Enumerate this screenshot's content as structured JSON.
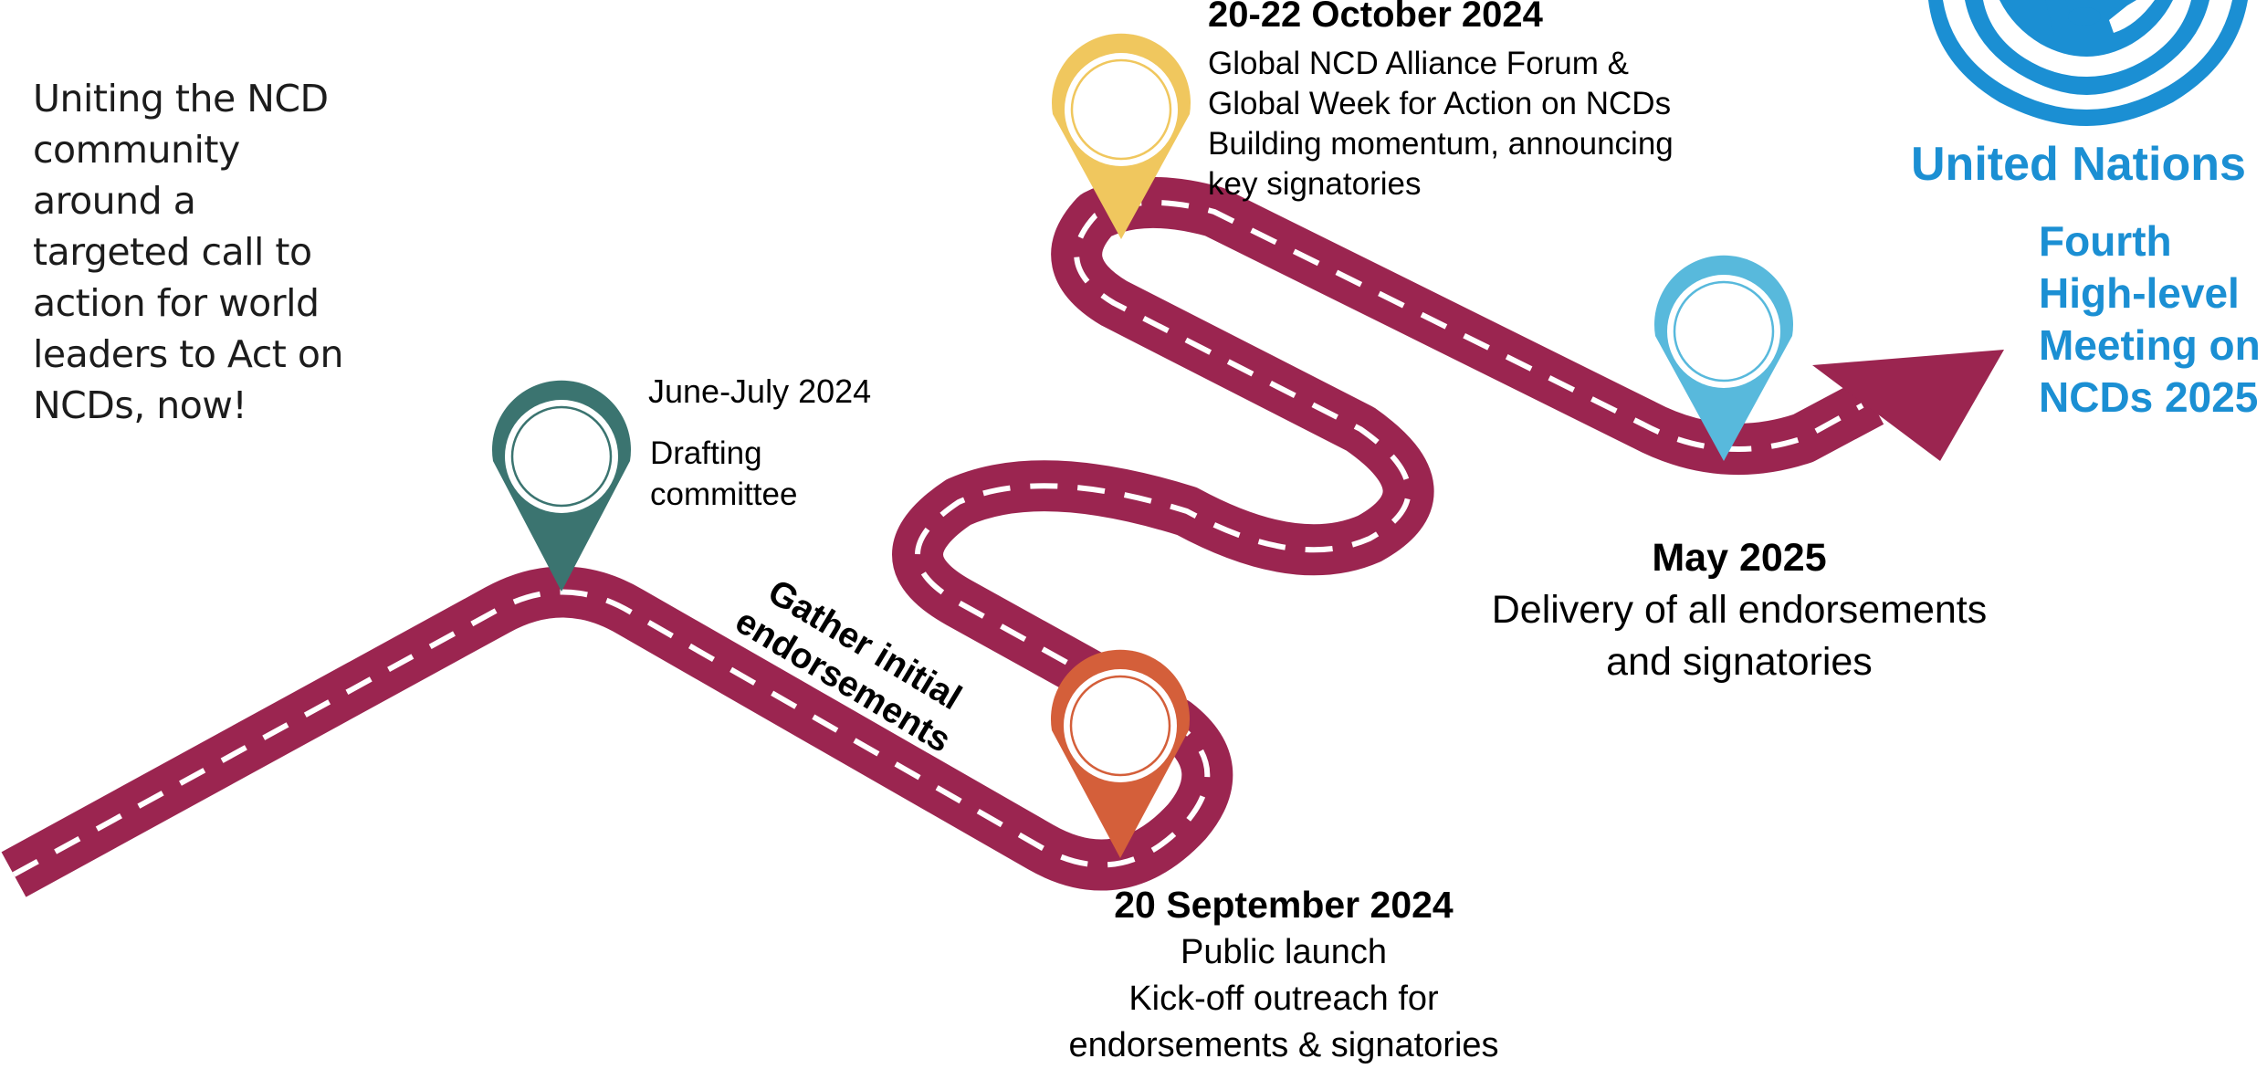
{
  "intro_lines": [
    "Uniting the NCD",
    "community",
    "around a",
    "targeted call to",
    "action for world",
    "leaders to Act on",
    "NCDs, now!"
  ],
  "road_label_lines": [
    "Gather initial",
    "endorsements"
  ],
  "milestones": [
    {
      "date": "June-July 2024",
      "desc_lines": [
        "Drafting",
        "committee"
      ],
      "pin_color": "#3b7470"
    },
    {
      "date": "20 September 2024",
      "desc_lines": [
        "Public launch",
        "Kick-off outreach for",
        "endorsements & signatories"
      ],
      "pin_color": "#d45f3a"
    },
    {
      "date": "20-22 October 2024",
      "desc_lines": [
        "Global NCD Alliance Forum &",
        "Global Week for Action on NCDs",
        "Building momentum, announcing",
        "key signatories"
      ],
      "pin_color": "#f0c75e"
    },
    {
      "date": "May 2025",
      "desc_lines": [
        "Delivery of all endorsements",
        "and signatories"
      ],
      "pin_color": "#58b9dc"
    }
  ],
  "un": {
    "name": "United Nations",
    "meeting_lines": [
      "Fourth",
      "High-level",
      "Meeting on",
      "NCDs 2025"
    ]
  },
  "colors": {
    "road": "#9b2550",
    "road_dash": "#ffffff",
    "un_blue": "#1b8fd3"
  }
}
